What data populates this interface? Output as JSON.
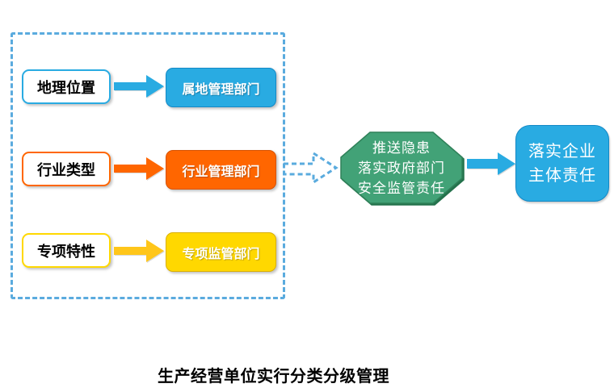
{
  "diagram": {
    "caption": "生产经营单位实行分类分级管理",
    "classification_rows": [
      {
        "factor": "地理位置",
        "department": "属地管理部门",
        "color_name": "blue"
      },
      {
        "factor": "行业类型",
        "department": "行业管理部门",
        "color_name": "orange"
      },
      {
        "factor": "专项特性",
        "department": "专项监管部门",
        "color_name": "yellow"
      }
    ],
    "government_node": {
      "line1": "推送隐患",
      "line2": "落实政府部门",
      "line3": "安全监管责任"
    },
    "enterprise_node": {
      "line1": "落实企业",
      "line2": "主体责任"
    }
  },
  "colors": {
    "blue": "#29ABE2",
    "orange": "#FF6600",
    "yellow": "#FFD800",
    "gold_arrow": "#FFC61A",
    "green": "#42A277",
    "green_edge": "#2F8159",
    "dashed_border": "#5AABDE",
    "text_dark": "#000000",
    "text_light": "#FFFFFF"
  }
}
